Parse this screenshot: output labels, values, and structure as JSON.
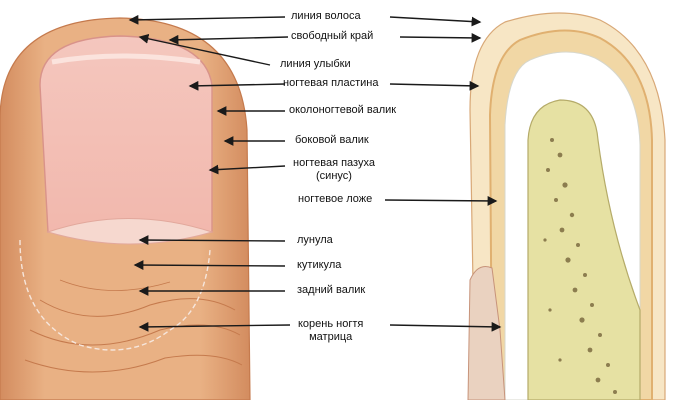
{
  "colors": {
    "skin": "#e9b184",
    "skin_shadow": "#d38c5f",
    "nail": "#f2b8ad",
    "lunula": "#f6d8cf",
    "line": "#1a1a1a",
    "matrix": "#f1d7a5",
    "bone": "#e6e1a3",
    "bone_spots": "#8c7d4f"
  },
  "labels": {
    "hairline": "линия волоса",
    "free_edge": "свободный край",
    "smile_line": "линия улыбки",
    "nail_plate": "ногтевая пластина",
    "perionychium": "околоногтевой валик",
    "lateral_fold": "боковой валик",
    "sinus_line1": "ногтевая пазуха",
    "sinus_line2": "(синус)",
    "nail_bed": "ногтевое ложе",
    "lunula": "лунула",
    "cuticle": "кутикула",
    "proximal_fold": "задний валик",
    "root_line1": "корень ногтя",
    "root_line2": "матрица"
  }
}
